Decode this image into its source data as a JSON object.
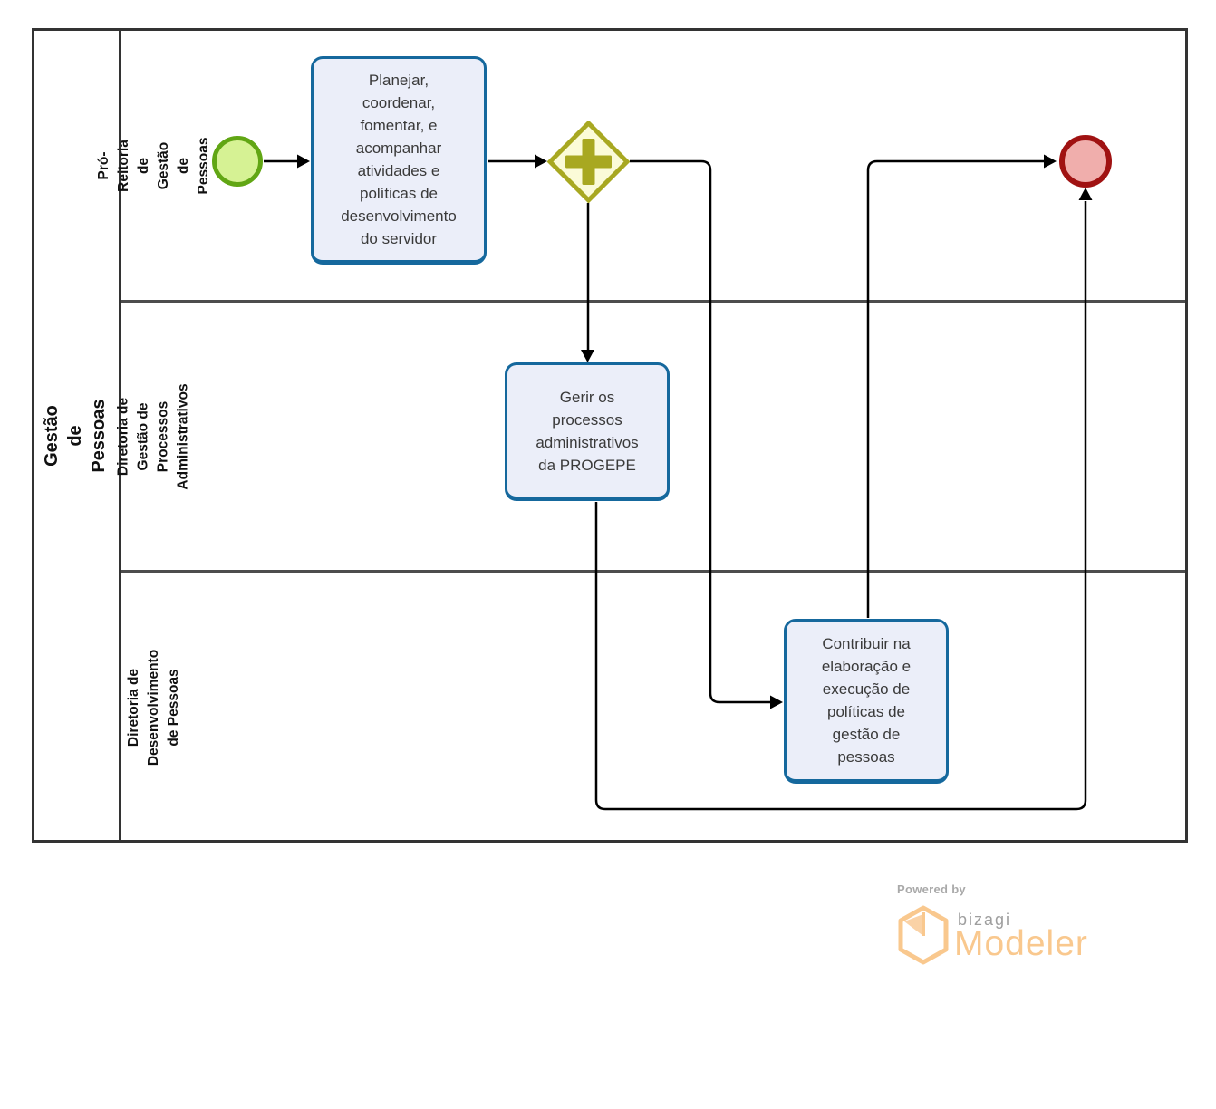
{
  "diagram": {
    "pool": {
      "title": "Gestão de Pessoas",
      "lanes": [
        {
          "label": "Pró-Reitoria de Gestão de\nPessoas"
        },
        {
          "label": "Diretoria de Gestão de\nProcessos Administrativos"
        },
        {
          "label": "Diretoria de Desenvolvimento\nde Pessoas"
        }
      ]
    },
    "tasks": [
      {
        "id": "planejar",
        "label": "Planejar,\ncoordenar,\nfomentar, e\nacompanhar\natividades e\npolíticas de\ndesenvolvimento\ndo servidor"
      },
      {
        "id": "gerir",
        "label": "Gerir os\nprocessos\nadministrativos\nda PROGEPE"
      },
      {
        "id": "contribuir",
        "label": "Contribuir na\nelaboração e\nexecução de\npolíticas de\ngestão de\npessoas"
      }
    ],
    "events": {
      "start": {
        "type": "start-event"
      },
      "end": {
        "type": "end-event"
      }
    },
    "gateway": {
      "type": "parallel-gateway"
    },
    "colors": {
      "task_fill": "#EBEEF9",
      "task_border": "#15689D",
      "start_fill": "#D6F294",
      "start_border": "#61A614",
      "gateway_fill": "#FBFBD8",
      "gateway_border": "#A8A821",
      "end_fill": "#F0AEAC",
      "end_border": "#A01212",
      "flow_line": "#000000"
    }
  },
  "footer": {
    "powered_by": "Powered by",
    "brand": "bizagi",
    "product": "Modeler",
    "brand_orange": "#F9C88E"
  }
}
